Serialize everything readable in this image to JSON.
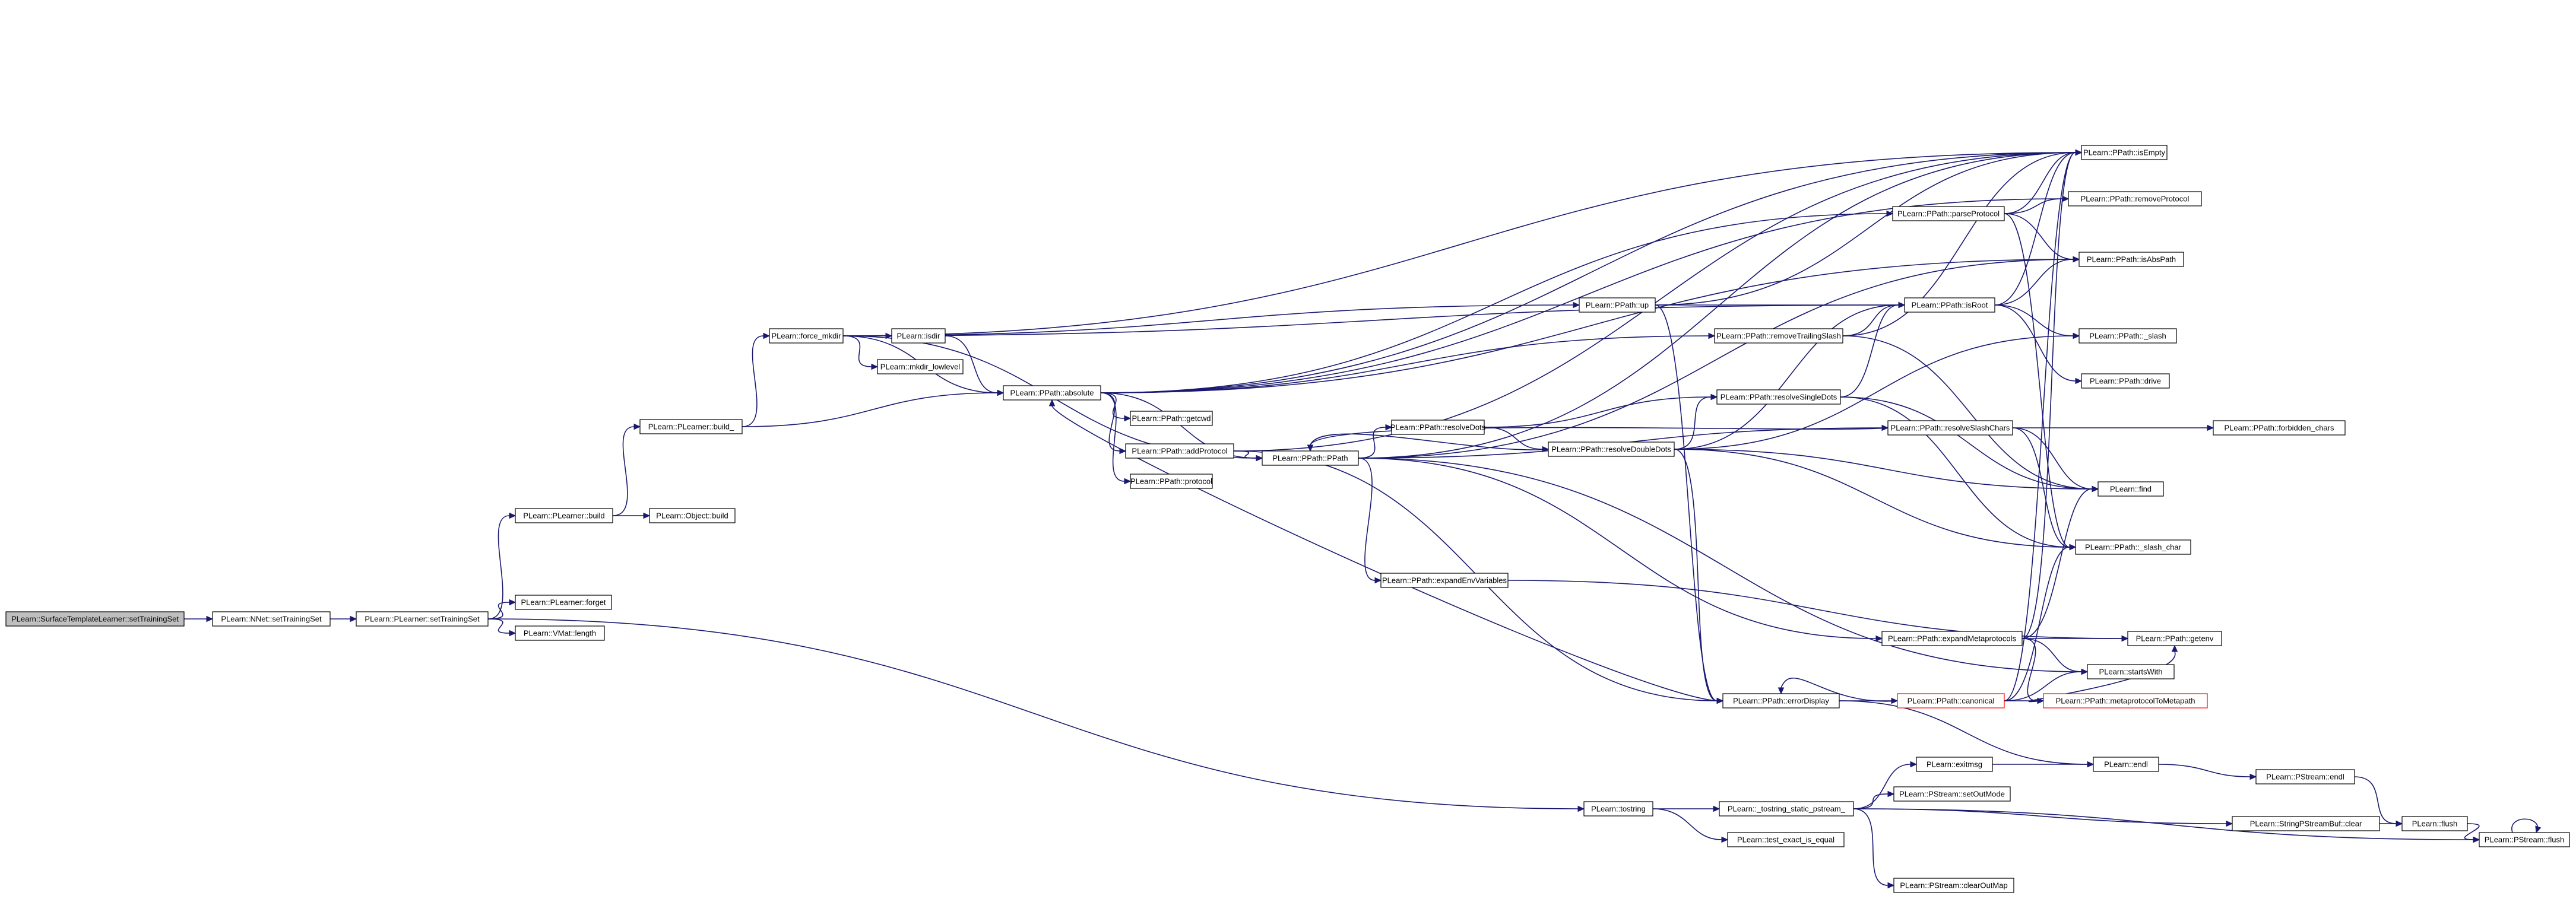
{
  "colors": {
    "edge": "#191970",
    "node_border": "#000000",
    "node_fill": "#ffffff",
    "root_fill": "#bfbfbf",
    "truncated_border": "#ff0000"
  },
  "nodes": [
    {
      "id": "n0",
      "label": "PLearn::SurfaceTemplateLearner::setTrainingSet",
      "root": true
    },
    {
      "id": "n1",
      "label": "PLearn::NNet::setTrainingSet"
    },
    {
      "id": "n2",
      "label": "PLearn::PLearner::setTrainingSet"
    },
    {
      "id": "n3",
      "label": "PLearn::PLearner::build"
    },
    {
      "id": "n4",
      "label": "PLearn::PLearner::forget"
    },
    {
      "id": "n5",
      "label": "PLearn::VMat::length"
    },
    {
      "id": "n6",
      "label": "PLearn::PLearner::build_"
    },
    {
      "id": "n7",
      "label": "PLearn::Object::build"
    },
    {
      "id": "n8",
      "label": "PLearn::tostring"
    },
    {
      "id": "n9",
      "label": "PLearn::force_mkdir"
    },
    {
      "id": "n10",
      "label": "PLearn::isdir"
    },
    {
      "id": "n11",
      "label": "PLearn::mkdir_lowlevel"
    },
    {
      "id": "n12",
      "label": "PLearn::PPath::absolute"
    },
    {
      "id": "n13",
      "label": "PLearn::PPath::getcwd"
    },
    {
      "id": "n14",
      "label": "PLearn::PPath::addProtocol"
    },
    {
      "id": "n15",
      "label": "PLearn::PPath::protocol"
    },
    {
      "id": "n16",
      "label": "PLearn::PPath::PPath"
    },
    {
      "id": "n17",
      "label": "PLearn::PPath::resolveDots"
    },
    {
      "id": "n18",
      "label": "PLearn::PPath::resolveDoubleDots"
    },
    {
      "id": "n19",
      "label": "PLearn::PPath::resolveSingleDots"
    },
    {
      "id": "n20",
      "label": "PLearn::PPath::expandEnvVariables"
    },
    {
      "id": "n21",
      "label": "PLearn::PPath::expandMetaprotocols"
    },
    {
      "id": "n22",
      "label": "PLearn::PPath::errorDisplay"
    },
    {
      "id": "n23",
      "label": "PLearn::PPath::canonical",
      "truncated": true
    },
    {
      "id": "n24",
      "label": "PLearn::PPath::metaprotocolToMetapath",
      "truncated": true
    },
    {
      "id": "n25",
      "label": "PLearn::PPath::up"
    },
    {
      "id": "n26",
      "label": "PLearn::PPath::removeTrailingSlash"
    },
    {
      "id": "n27",
      "label": "PLearn::PPath::parseProtocol"
    },
    {
      "id": "n28",
      "label": "PLearn::PPath::isRoot"
    },
    {
      "id": "n29",
      "label": "PLearn::PPath::resolveSlashChars"
    },
    {
      "id": "n30",
      "label": "PLearn::PPath::isEmpty"
    },
    {
      "id": "n31",
      "label": "PLearn::PPath::removeProtocol"
    },
    {
      "id": "n32",
      "label": "PLearn::PPath::isAbsPath"
    },
    {
      "id": "n33",
      "label": "PLearn::PPath::_slash"
    },
    {
      "id": "n34",
      "label": "PLearn::PPath::drive"
    },
    {
      "id": "n35",
      "label": "PLearn::PPath::forbidden_chars"
    },
    {
      "id": "n36",
      "label": "PLearn::find"
    },
    {
      "id": "n37",
      "label": "PLearn::PPath::_slash_char"
    },
    {
      "id": "n38",
      "label": "PLearn::PPath::getenv"
    },
    {
      "id": "n39",
      "label": "PLearn::startsWith"
    },
    {
      "id": "n40",
      "label": "PLearn::exitmsg"
    },
    {
      "id": "n41",
      "label": "PLearn::endl"
    },
    {
      "id": "n42",
      "label": "PLearn::PStream::endl"
    },
    {
      "id": "n43",
      "label": "PLearn::flush"
    },
    {
      "id": "n44",
      "label": "PLearn::PStream::flush"
    },
    {
      "id": "n45",
      "label": "PLearn::_tostring_static_pstream_"
    },
    {
      "id": "n46",
      "label": "PLearn::PStream::setOutMode"
    },
    {
      "id": "n47",
      "label": "PLearn::StringPStreamBuf::clear"
    },
    {
      "id": "n48",
      "label": "PLearn::test_exact_is_equal"
    },
    {
      "id": "n49",
      "label": "PLearn::PStream::clearOutMap"
    }
  ],
  "edges": [
    [
      "n0",
      "n1"
    ],
    [
      "n1",
      "n2"
    ],
    [
      "n2",
      "n3"
    ],
    [
      "n2",
      "n4"
    ],
    [
      "n2",
      "n5"
    ],
    [
      "n2",
      "n8"
    ],
    [
      "n3",
      "n6"
    ],
    [
      "n3",
      "n7"
    ],
    [
      "n6",
      "n9"
    ],
    [
      "n6",
      "n12"
    ],
    [
      "n9",
      "n10"
    ],
    [
      "n9",
      "n11"
    ],
    [
      "n9",
      "n12"
    ],
    [
      "n9",
      "n16"
    ],
    [
      "n9",
      "n25"
    ],
    [
      "n9",
      "n28"
    ],
    [
      "n9",
      "n30"
    ],
    [
      "n10",
      "n12"
    ],
    [
      "n12",
      "n13"
    ],
    [
      "n12",
      "n14"
    ],
    [
      "n12",
      "n15"
    ],
    [
      "n12",
      "n16"
    ],
    [
      "n12",
      "n26"
    ],
    [
      "n12",
      "n27"
    ],
    [
      "n12",
      "n30"
    ],
    [
      "n12",
      "n31"
    ],
    [
      "n12",
      "n32"
    ],
    [
      "n14",
      "n16"
    ],
    [
      "n14",
      "n22"
    ],
    [
      "n14",
      "n30"
    ],
    [
      "n16",
      "n17"
    ],
    [
      "n16",
      "n20"
    ],
    [
      "n16",
      "n21"
    ],
    [
      "n16",
      "n29"
    ],
    [
      "n16",
      "n39"
    ],
    [
      "n16",
      "n30"
    ],
    [
      "n16",
      "n32"
    ],
    [
      "n17",
      "n18"
    ],
    [
      "n17",
      "n19"
    ],
    [
      "n18",
      "n16"
    ],
    [
      "n18",
      "n19"
    ],
    [
      "n18",
      "n22"
    ],
    [
      "n18",
      "n28"
    ],
    [
      "n18",
      "n33"
    ],
    [
      "n18",
      "n36"
    ],
    [
      "n18",
      "n37"
    ],
    [
      "n19",
      "n28"
    ],
    [
      "n19",
      "n36"
    ],
    [
      "n19",
      "n37"
    ],
    [
      "n20",
      "n38"
    ],
    [
      "n21",
      "n30"
    ],
    [
      "n21",
      "n36"
    ],
    [
      "n21",
      "n38"
    ],
    [
      "n21",
      "n39"
    ],
    [
      "n21",
      "n24"
    ],
    [
      "n22",
      "n12"
    ],
    [
      "n22",
      "n23"
    ],
    [
      "n22",
      "n41"
    ],
    [
      "n23",
      "n22"
    ],
    [
      "n23",
      "n30"
    ],
    [
      "n23",
      "n37"
    ],
    [
      "n23",
      "n39"
    ],
    [
      "n23",
      "n24"
    ],
    [
      "n24",
      "n38"
    ],
    [
      "n25",
      "n22"
    ],
    [
      "n25",
      "n28"
    ],
    [
      "n25",
      "n30"
    ],
    [
      "n26",
      "n28"
    ],
    [
      "n26",
      "n30"
    ],
    [
      "n26",
      "n36"
    ],
    [
      "n27",
      "n30"
    ],
    [
      "n27",
      "n31"
    ],
    [
      "n27",
      "n32"
    ],
    [
      "n27",
      "n37"
    ],
    [
      "n28",
      "n30"
    ],
    [
      "n28",
      "n32"
    ],
    [
      "n28",
      "n33"
    ],
    [
      "n28",
      "n34"
    ],
    [
      "n29",
      "n35"
    ],
    [
      "n29",
      "n36"
    ],
    [
      "n29",
      "n16"
    ],
    [
      "n29",
      "n37"
    ],
    [
      "n8",
      "n45"
    ],
    [
      "n8",
      "n48"
    ],
    [
      "n45",
      "n40"
    ],
    [
      "n45",
      "n46"
    ],
    [
      "n45",
      "n47"
    ],
    [
      "n45",
      "n44"
    ],
    [
      "n45",
      "n49"
    ],
    [
      "n40",
      "n41"
    ],
    [
      "n41",
      "n42"
    ],
    [
      "n42",
      "n43"
    ],
    [
      "n47",
      "n43"
    ],
    [
      "n43",
      "n44"
    ],
    [
      "n44",
      "n44"
    ]
  ]
}
